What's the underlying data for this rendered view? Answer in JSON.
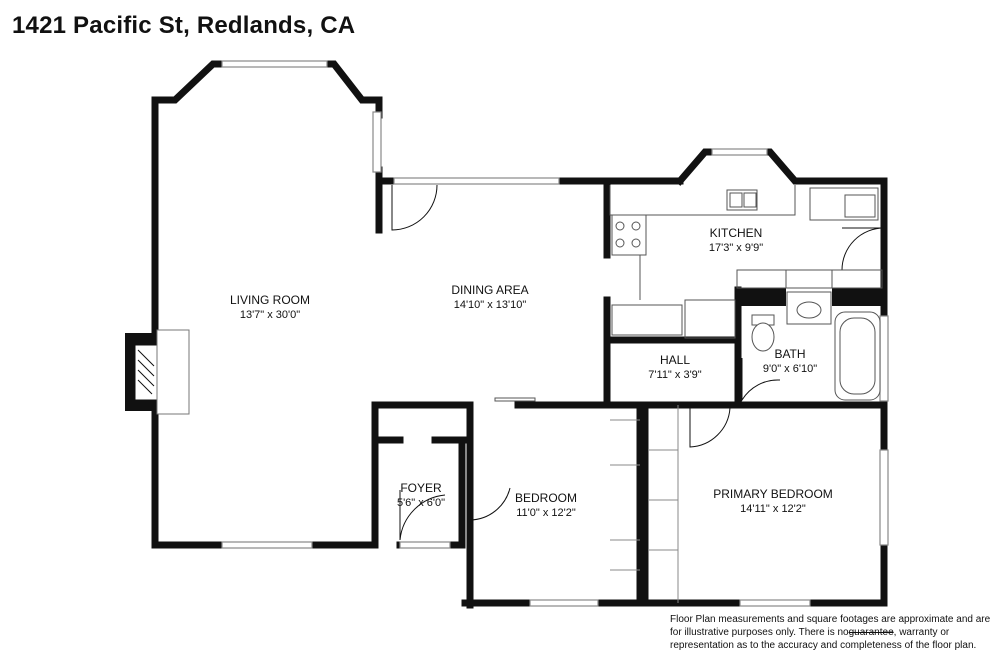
{
  "title": "1421 Pacific St, Redlands, CA",
  "rooms": [
    {
      "id": "living-room",
      "name": "LIVING ROOM",
      "dims": "13'7\" x 30'0\""
    },
    {
      "id": "dining-area",
      "name": "DINING AREA",
      "dims": "14'10\" x 13'10\""
    },
    {
      "id": "kitchen",
      "name": "KITCHEN",
      "dims": "17'3\" x 9'9\""
    },
    {
      "id": "hall",
      "name": "HALL",
      "dims": "7'11\" x 3'9\""
    },
    {
      "id": "bath",
      "name": "BATH",
      "dims": "9'0\" x 6'10\""
    },
    {
      "id": "foyer",
      "name": "FOYER",
      "dims": "5'6\" x 6'0\""
    },
    {
      "id": "bedroom",
      "name": "BEDROOM",
      "dims": "11'0\" x 12'2\""
    },
    {
      "id": "primary-bedroom",
      "name": "PRIMARY BEDROOM",
      "dims": "14'11\" x 12'2\""
    }
  ],
  "disclaimer": {
    "before": "Floor Plan measurements and square footages are approximate and are for illustrative purposes only. There is no",
    "struck": "guarantee",
    "after": ", warranty or representation as to the accuracy and completeness of the floor plan."
  },
  "colors": {
    "wall": "#111111",
    "fixture": "#555555",
    "window": "#888888"
  }
}
